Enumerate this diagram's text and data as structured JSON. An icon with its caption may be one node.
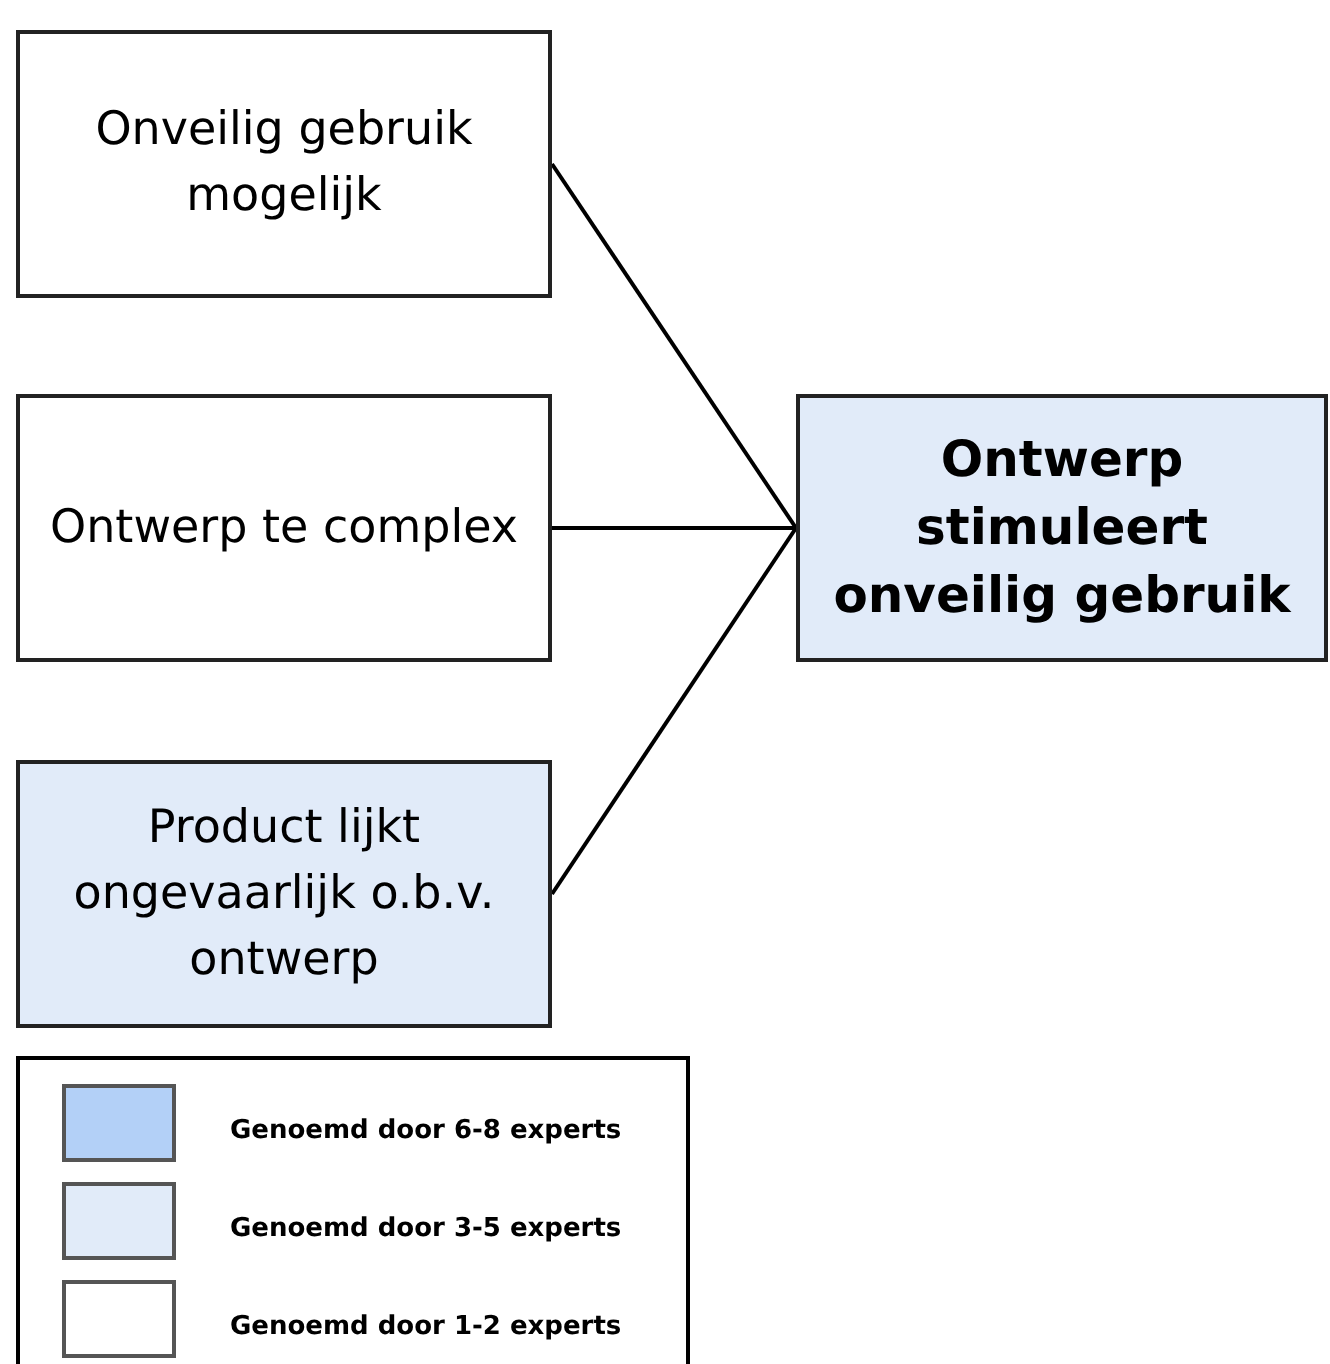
{
  "diagram": {
    "nodes": [
      {
        "text": [
          "Onveilig gebruik mogelijk"
        ]
      },
      {
        "text": [
          "Ontwerp te complex"
        ]
      },
      {
        "text": [
          "Product lijkt ongevaarlijk o.b.v. ontwerp"
        ]
      },
      {
        "text": [
          "Ontwerp stimuleert onveilig gebruik"
        ]
      }
    ],
    "edges": [
      {
        "from": 0,
        "to": 3,
        "arrow": "none"
      },
      {
        "from": 1,
        "to": 3,
        "arrow": "none"
      },
      {
        "from": 2,
        "to": 3,
        "arrow": "none"
      }
    ],
    "legend": [
      {
        "text": "Genoemd door 6-8 experts",
        "color": "#b3d0f7"
      },
      {
        "text": "Genoemd door 3-5 experts",
        "color": "#e1ebf9"
      },
      {
        "text": "Genoemd door 1-2 experts",
        "color": "#ffffff"
      }
    ]
  }
}
